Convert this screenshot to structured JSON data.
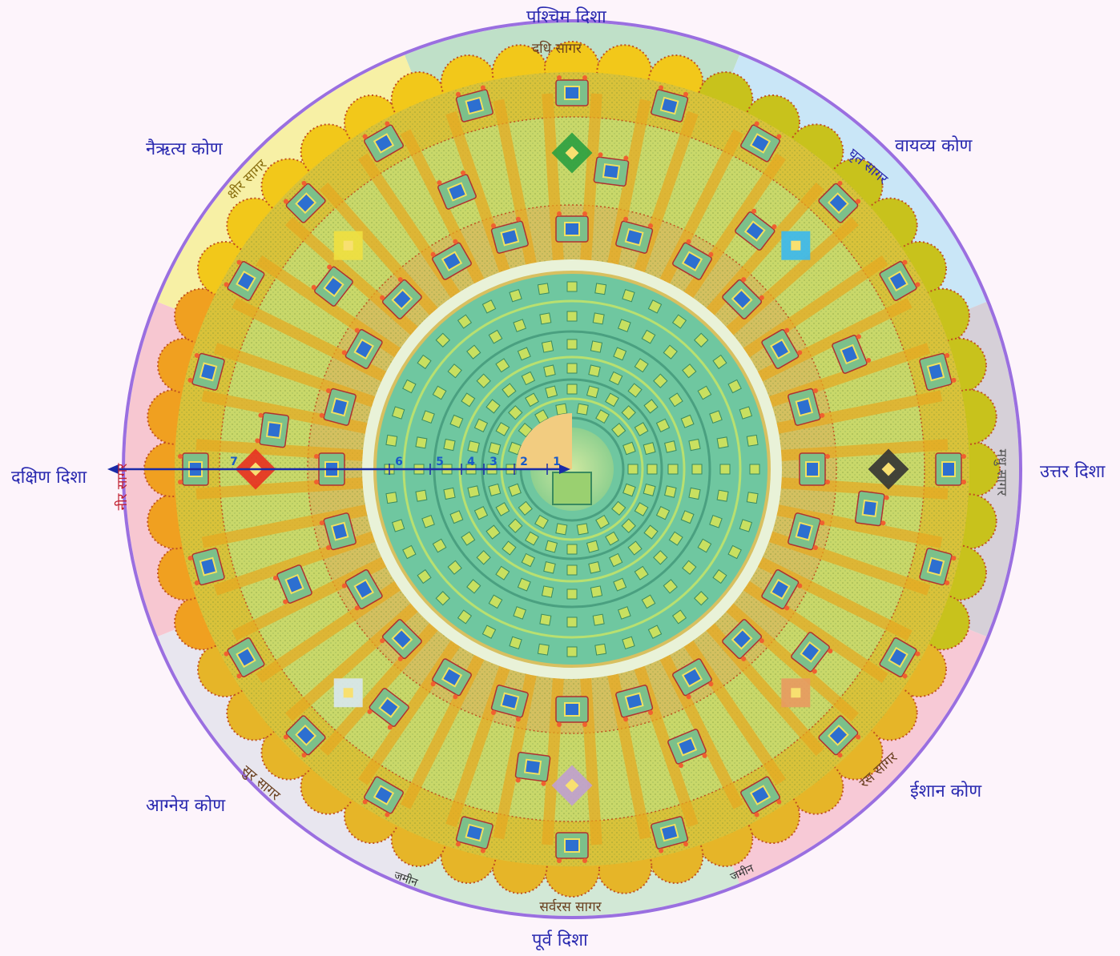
{
  "directions": {
    "west": "पश्चिम दिशा",
    "east": "पूर्व दिशा",
    "south": "दक्षिण दिशा",
    "north": "उत्तर दिशा",
    "nairitya": "नैऋत्य कोण",
    "vayavya": "वायव्य कोण",
    "agneya": "आग्नेय कोण",
    "ishan": "ईशान कोण"
  },
  "oceans": {
    "dadhi": "दधि सागर",
    "ghrit": "घृत सागर",
    "madhu": "मधु सागर",
    "ras": "रस सागर",
    "sarvaras": "सर्वरस सागर",
    "sur": "सुर सागर",
    "neer": "नीर सागर",
    "ksheer": "क्षीर सागर",
    "jameen_left": "जमीन",
    "jameen_right": "जमीन"
  },
  "ring_numbers": [
    "1",
    "2",
    "3",
    "4",
    "5",
    "6",
    "7"
  ],
  "colors": {
    "ring_outline": "#9a6fe0",
    "axis_line": "#1a2ba8",
    "direction_text": "#2a2ab0",
    "ocean_text": "#6a4020",
    "center_disc": "#6fc7a0",
    "zone_west": "#bfe0c8",
    "zone_north_west": "#c9e6f7",
    "zone_north": "#d6d0d8",
    "zone_north_east": "#f7c9d6",
    "zone_east": "#d2e8d6",
    "zone_south_east": "#e8e6ef",
    "zone_south": "#f7c7d1",
    "zone_south_west": "#f7f0a5"
  }
}
